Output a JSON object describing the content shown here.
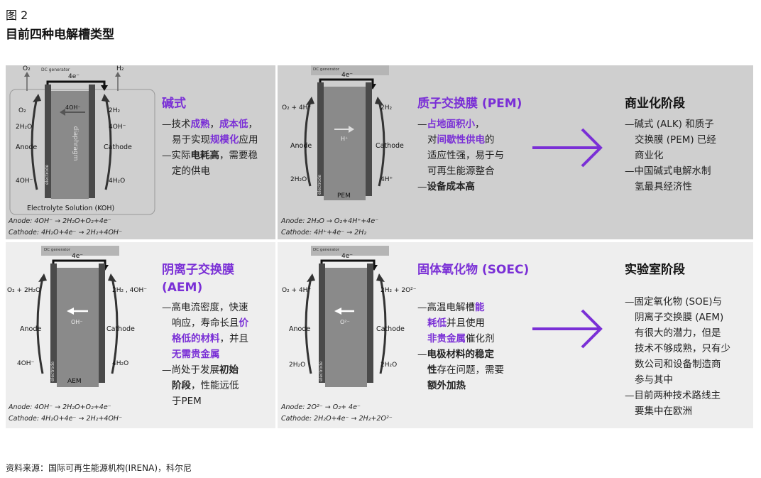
{
  "figure_label": "图 2",
  "figure_title": "目前四种电解槽类型",
  "colors": {
    "accent": "#7a2fd6",
    "panel_top": "#cfcfcf",
    "panel_bottom": "#eeeeee"
  },
  "alk": {
    "title": "碱式",
    "bullets": [
      "—技术成熟，成本低，",
      "易于实现规模化应用",
      "—实际电耗高，需要稳",
      "定的供电"
    ],
    "diagram": {
      "dc_generator": "DC generator",
      "current": "4e⁻",
      "o2_top": "O₂",
      "h2_top": "H₂",
      "left_gas": "O₂",
      "right_gas": "2H₂",
      "left_water": "2H₂O",
      "right_ion": "4OH⁻",
      "anode": "Anode",
      "cathode": "Cathode",
      "left_bottom": "4OH⁻",
      "right_bottom": "4H₂O",
      "middle_ion": "4OH⁻",
      "separator": "diaphragm",
      "electrode": "electrode",
      "solution": "Electrolyte Solution (KOH)"
    },
    "eq_anode": "Anode: 4OH⁻ → 2H₂O+O₂+4e⁻",
    "eq_cathode": "Cathode: 4H₂O+4e⁻ → 2H₂+4OH⁻"
  },
  "pem": {
    "title": "质子交换膜 (PEM)",
    "bullets": [
      "—占地面积小，",
      "对间歇性供电的",
      "适应性强，易于与",
      "可再生能源整合",
      "—设备成本高"
    ],
    "diagram": {
      "dc_generator": "DC generator",
      "current": "4e⁻",
      "left_top": "O₂ + 4H⁺",
      "right_top": "2H₂",
      "anode": "Anode",
      "cathode": "Cathode",
      "left_bottom": "2H₂O",
      "right_bottom": "4H⁺",
      "middle_ion": "H⁺",
      "membrane": "PEM",
      "electrode": "electrode"
    },
    "eq_anode": "Anode: 2H₂O → O₂+4H⁺+4e⁻",
    "eq_cathode": "Cathode: 4H⁺+4e⁻ → 2H₂"
  },
  "commercial": {
    "title": "商业化阶段",
    "bullets": [
      "—碱式 (ALK) 和质子",
      "交换膜 (PEM) 已经",
      "商业化",
      "—中国碱式电解水制",
      "氢最具经济性"
    ]
  },
  "aem": {
    "title_line1": "阴离子交换膜",
    "title_line2": "(AEM)",
    "bullets": [
      "—高电流密度，快速",
      "响应，寿命长且价",
      "格低的材料，并且",
      "无需贵金属",
      "—尚处于发展初始",
      "阶段，性能远低",
      "于PEM"
    ],
    "diagram": {
      "dc_generator": "DC generator",
      "current": "4e⁻",
      "left_top": "O₂ + 2H₂O",
      "right_top": "2H₂ , 4OH⁻",
      "anode": "Anode",
      "cathode": "Cathode",
      "left_bottom": "4OH⁻",
      "right_bottom": "4H₂O",
      "middle_ion": "OH⁻",
      "membrane": "AEM",
      "electrode": "electrode"
    },
    "eq_anode": "Anode: 4OH⁻ → 2H₂O+O₂+4e⁻",
    "eq_cathode": "Cathode: 4H₂O+4e⁻ → 2H₂+4OH⁻"
  },
  "soec": {
    "title": "固体氧化物 (SOEC)",
    "bullets": [
      "—高温电解槽能",
      "耗低并且使用",
      "非贵金属催化剂",
      "—电极材料的稳定",
      "性存在问题，需要",
      "额外加热"
    ],
    "diagram": {
      "dc_generator": "DC generator",
      "current": "4e⁻",
      "left_top": "O₂ + 4H⁺",
      "right_top": "2H₂ + 2O²⁻",
      "anode": "Anode",
      "cathode": "Cathode",
      "left_bottom": "2H₂O",
      "right_bottom": "2H₂O",
      "middle_ion": "O²⁻",
      "electrode": "electrode"
    },
    "eq_anode": "Anode: 2O²⁻ → O₂+ 4e⁻",
    "eq_cathode": "Cathode: 2H₂O+4e⁻ → 2H₂+2O²⁻"
  },
  "lab": {
    "title": "实验室阶段",
    "bullets": [
      "—固定氧化物 (SOE)与",
      "阴离子交换膜 (AEM)",
      "有很大的潜力，但是",
      "技术不够成熟，只有少",
      "数公司和设备制造商",
      "参与其中",
      "—目前两种技术路线主",
      "要集中在欧洲"
    ]
  },
  "source": "资料来源：国际可再生能源机构(IRENA)，科尔尼"
}
